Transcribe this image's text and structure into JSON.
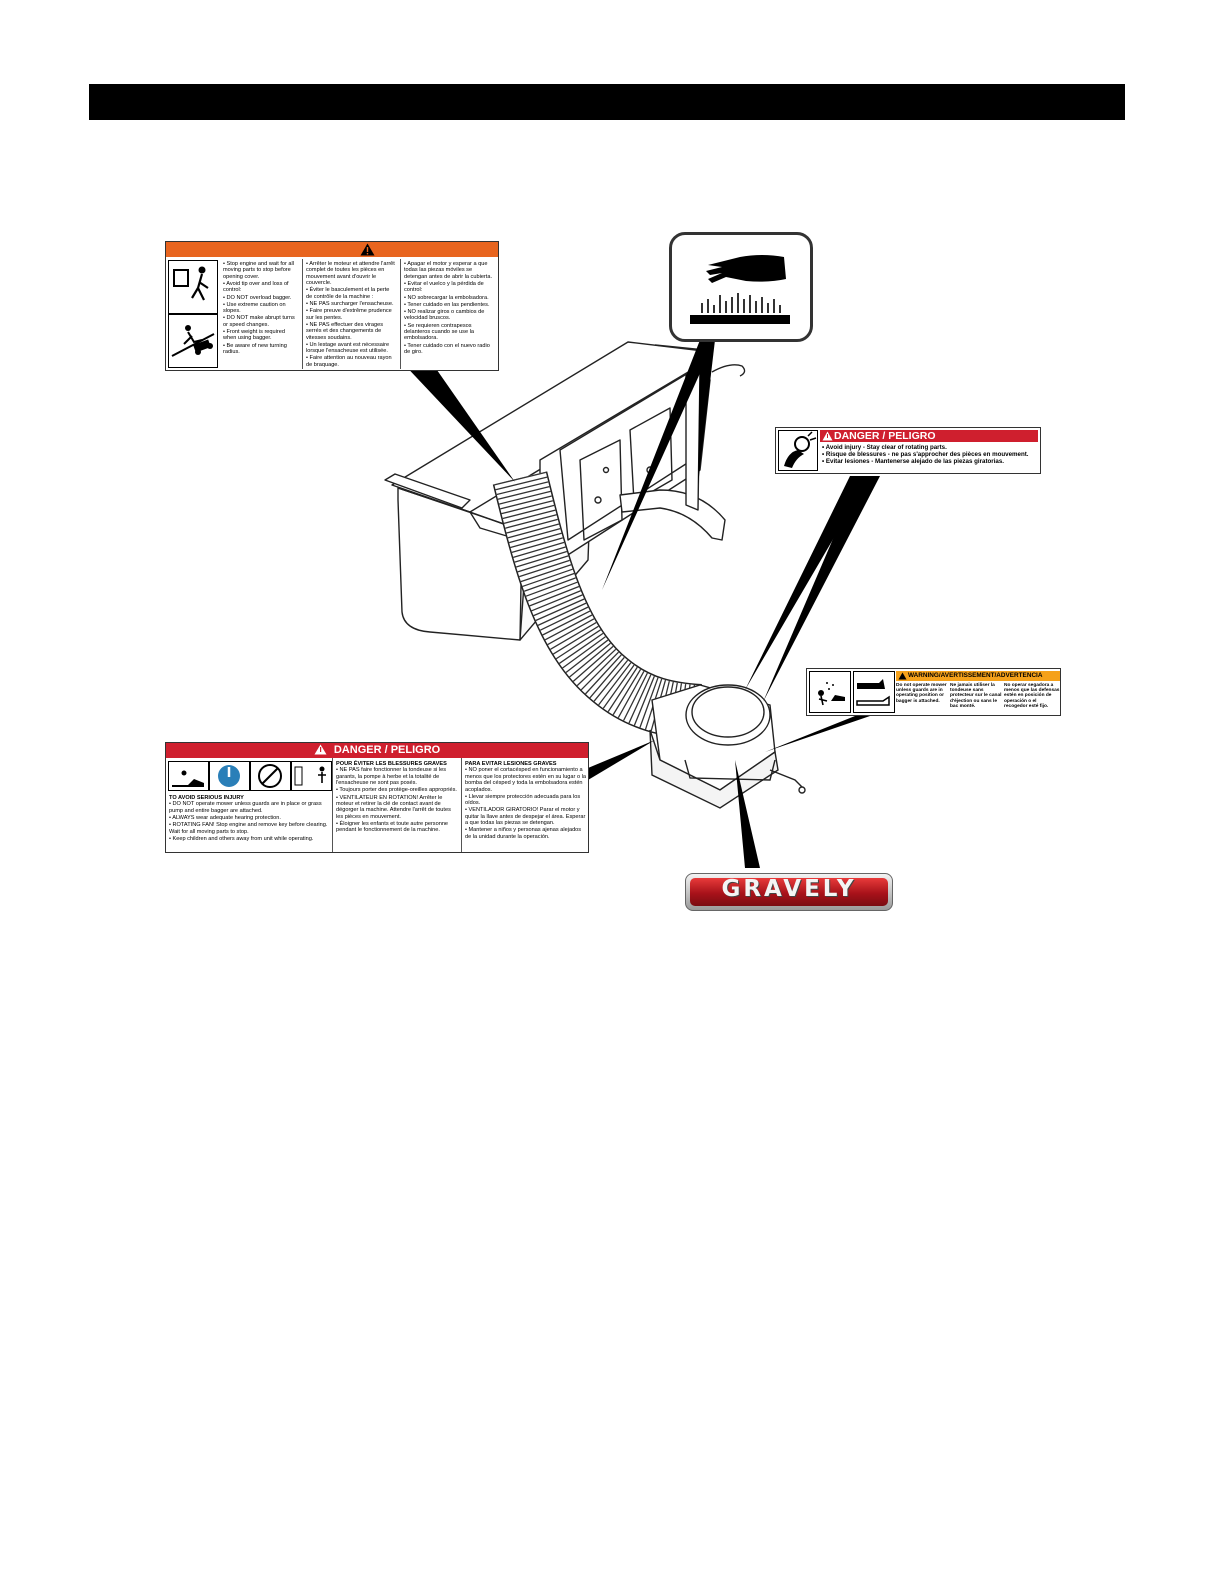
{
  "header": {
    "title": ""
  },
  "decal_bagger_warning": {
    "english": [
      "Stop engine and wait for all moving parts to stop before opening cover.",
      "Avoid tip over and loss of control:",
      "DO NOT overload bagger.",
      "Use extreme caution on slopes.",
      "DO NOT make abrupt turns or speed changes.",
      "Front weight is required when using bagger.",
      "Be aware of new turning radius."
    ],
    "french": [
      "Arrêter le moteur et attendre l'arrêt complet de toutes les pièces en mouvement avant d'ouvrir le couvercle.",
      "Éviter le basculement et la perte de contrôle de la machine :",
      "NE PAS surcharger l'ensacheuse.",
      "Faire preuve d'extrême prudence sur les pentes.",
      "NE PAS effectuer des virages serrés et des changements de vitesses soudains.",
      "Un lestage avant est nécessaire lorsque l'ensacheuse est utilisée.",
      "Faire attention au nouveau rayon de braquage."
    ],
    "spanish": [
      "Apagar el motor y esperar a que todas las piezas móviles se detengan antes de abrir la cubierta.",
      "Evitar el vuelco y la pérdida de control:",
      "NO sobrecargar la embolsadora.",
      "Tener cuidado en las pendientes.",
      "NO realizar giros o cambios de velocidad bruscos.",
      "Se requieren contrapesos delanteros cuando se use la embolsadora.",
      "Tener cuidado con el nuevo radio de giro."
    ]
  },
  "decal_rotating": {
    "title": "DANGER / PELIGRO",
    "lines": [
      "• Avoid injury - Stay clear of rotating parts.",
      "• Risque de blessures - ne pas s'approcher des pièces en mouvement.",
      "• Evitar lesiones - Mantenerse alejado de las piezas giratorias."
    ]
  },
  "decal_guards": {
    "title": "WARNING/AVERTISSEMENT/ADVERTENCIA",
    "english": "Do not operate mower unless guards are in operating position or bagger is attached.",
    "french": "Ne jamais utiliser la tondeuse sans protecteur sur le canal d'éjection ou sans le bac monté.",
    "spanish": "No operar segadora a menos que las defensas estén en posición de operación o el recogedor esté fijo."
  },
  "decal_danger_main": {
    "title": "DANGER / PELIGRO",
    "english_heading": "TO AVOID SERIOUS INJURY",
    "english": [
      "DO NOT operate mower unless guards are in place or grass pump and entire bagger are attached.",
      "ALWAYS wear adequate hearing protection.",
      "ROTATING FAN! Stop engine and remove key before clearing. Wait for all moving parts to stop.",
      "Keep children and others away from unit while operating."
    ],
    "french_heading": "POUR ÉVITER LES BLESSURES GRAVES",
    "french": [
      "NE PAS faire fonctionner la tondeuse si les garants, la pompe à herbe et la totalité de l'ensacheuse ne sont pas posés.",
      "Toujours porter des protège-oreilles appropriés.",
      "VENTILATEUR EN ROTATION! Arrêter le moteur et retirer la clé de contact avant de dégorger la machine. Attendre l'arrêt de toutes les pièces en mouvement.",
      "Éloigner les enfants et toute autre personne pendant le fonctionnement de la machine."
    ],
    "spanish_heading": "PARA EVITAR LESIONES GRAVES",
    "spanish": [
      "NO poner el cortacésped en funcionamiento a menos que los protectores estén en su lugar o la bomba del césped y toda la embolsadora estén acoplados.",
      "Llevar siempre protección adecuada para los oídos.",
      "VENTILADOR GIRATORIO! Parar el motor y quitar la llave antes de despejar el área. Esperar a que todas las piezas se detengan.",
      "Mantener a niños y personas ajenas alejados de la unidad durante la operación."
    ]
  },
  "logo": {
    "text": "GRAVELY"
  },
  "colors": {
    "danger_red": "#cf1f2e",
    "warning_orange": "#e8651f",
    "warning_amber": "#f5a11a"
  }
}
